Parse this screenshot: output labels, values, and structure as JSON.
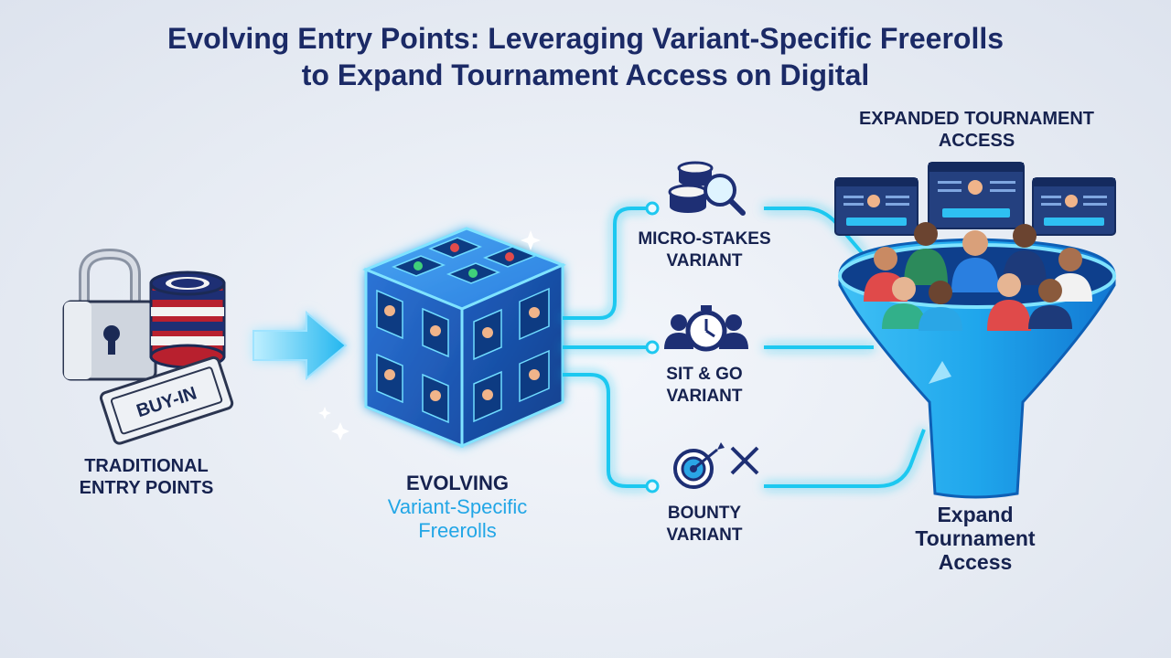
{
  "title": {
    "line1": "Evolving Entry Points: Leveraging Variant-Specific Freerolls",
    "line2": "to Expand Tournament Access on Digital"
  },
  "left": {
    "ticket_text": "BUY-IN",
    "label_line1": "TRADITIONAL",
    "label_line2": "ENTRY POINTS"
  },
  "center": {
    "label_line1": "EVOLVING",
    "label_line2": "Variant-Specific",
    "label_line3": "Freerolls"
  },
  "variants": [
    {
      "line1": "MICRO-STAKES",
      "line2": "VARIANT",
      "icon": "chips-magnifier-icon"
    },
    {
      "line1": "SIT & GO",
      "line2": "VARIANT",
      "icon": "stopwatch-players-icon"
    },
    {
      "line1": "BOUNTY",
      "line2": "VARIANT",
      "icon": "target-swords-icon"
    }
  ],
  "right": {
    "top_line1": "EXPANDED TOURNAMENT",
    "top_line2": "ACCESS",
    "bottom_line1": "Expand",
    "bottom_line2": "Tournament",
    "bottom_line3": "Access"
  },
  "colors": {
    "navy": "#1b2a66",
    "cyan": "#1ec8f0",
    "blue": "#2a7fe0",
    "accent_text": "#22a6e6"
  }
}
